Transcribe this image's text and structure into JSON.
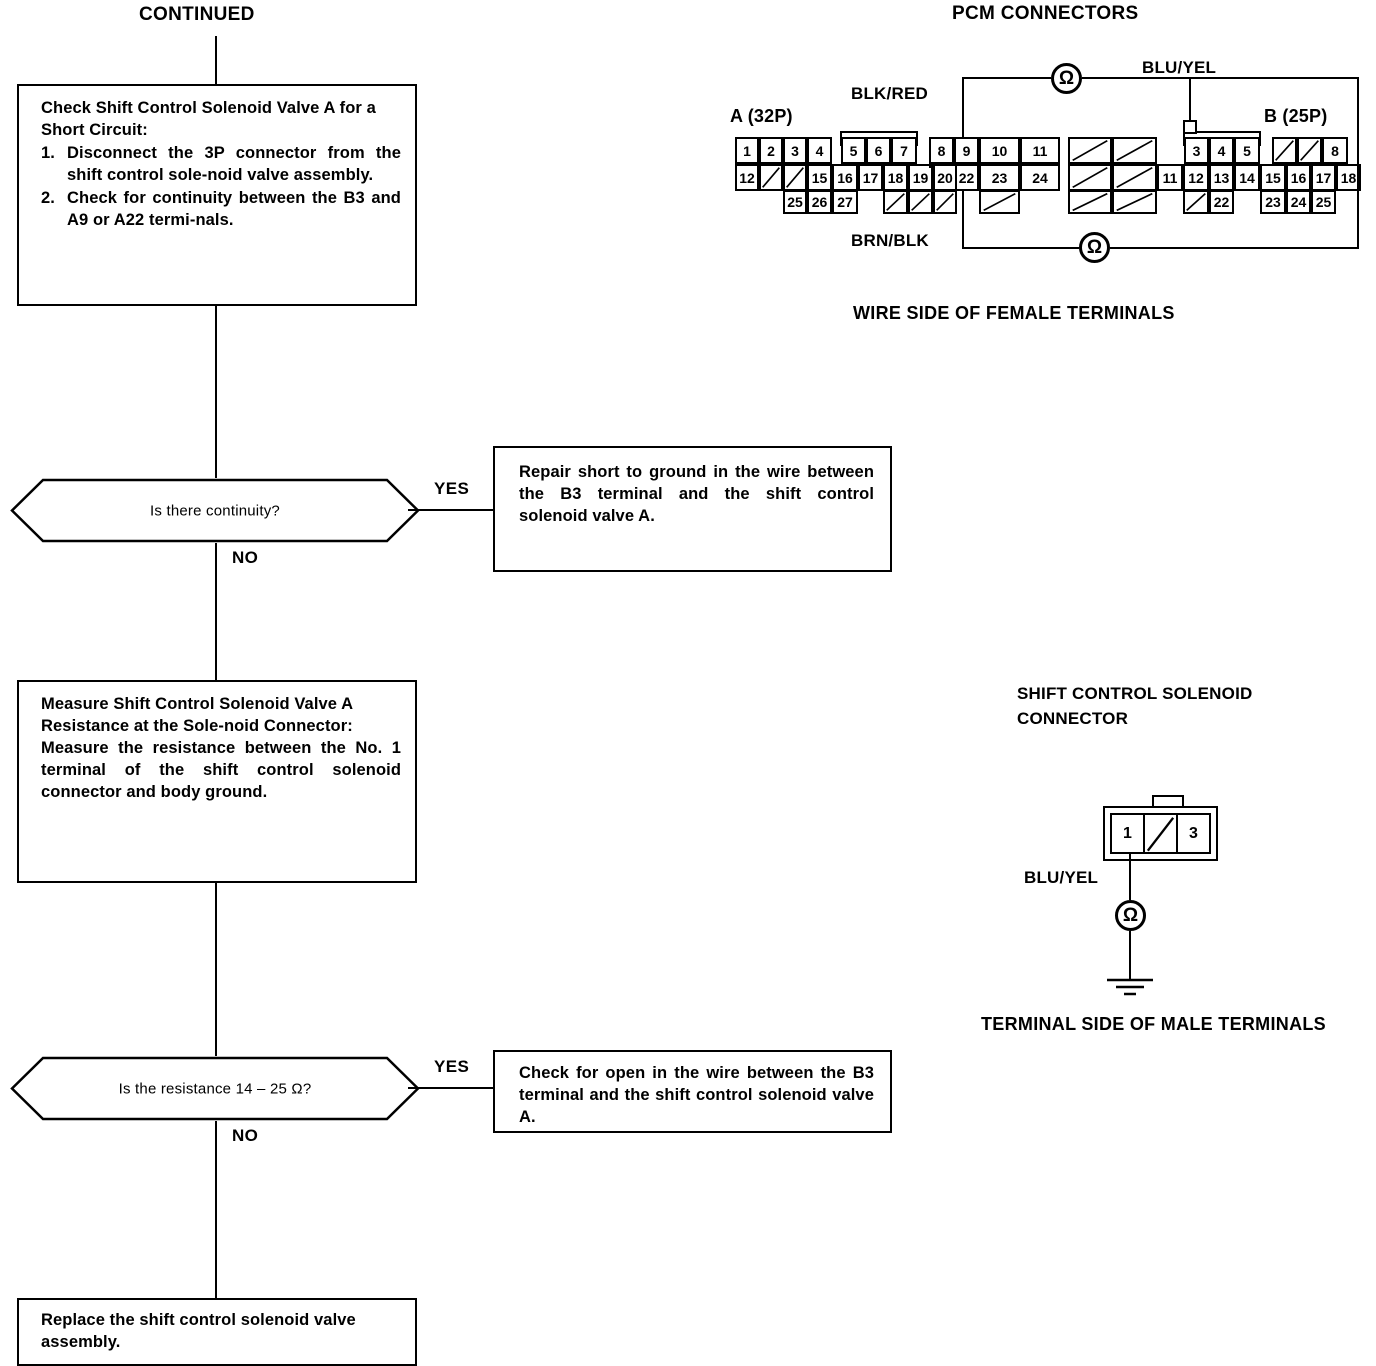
{
  "flow": {
    "continued_label": "CONTINUED",
    "box1": {
      "heading": "Check Shift Control Solenoid Valve A for a Short Circuit:",
      "steps": [
        {
          "num": "1.",
          "text": "Disconnect the 3P connector from the shift control sole-noid valve assembly."
        },
        {
          "num": "2.",
          "text": "Check for continuity between the B3 and A9 or A22 termi-nals."
        }
      ]
    },
    "decision1": {
      "question": "Is there continuity?",
      "yes_label": "YES",
      "no_label": "NO"
    },
    "result1": "Repair short to ground in the wire between the B3 terminal and the shift control solenoid valve A.",
    "box2": {
      "heading": "Measure Shift Control Solenoid Valve A Resistance at the Sole-noid Connector:",
      "body": "Measure the resistance between the No. 1 terminal of the shift control solenoid connector and body ground."
    },
    "decision2": {
      "question": "Is the resistance 14 – 25 Ω?",
      "yes_label": "YES",
      "no_label": "NO"
    },
    "result2": "Check for open in the wire between the B3 terminal and the shift control solenoid valve A.",
    "box3": "Replace the shift control solenoid valve assembly."
  },
  "pcm": {
    "title": "PCM CONNECTORS",
    "caption": "WIRE SIDE OF FEMALE TERMINALS",
    "connector_a_label": "A (32P)",
    "connector_b_label": "B (25P)",
    "wires": {
      "blk_red": "BLK/RED",
      "blu_yel": "BLU/YEL",
      "brn_blk": "BRN/BLK"
    },
    "ohm_symbol": "Ω",
    "connector_a_pins": {
      "top": [
        "1",
        "2",
        "3",
        "4",
        "",
        "5",
        "6",
        "7",
        "",
        "8",
        "9",
        "10",
        "11"
      ],
      "middle": [
        "12",
        "",
        "",
        "15",
        "16",
        "17",
        "18",
        "19",
        "20",
        "",
        "22",
        "23",
        "24"
      ],
      "bottom": [
        "",
        "",
        "25",
        "26",
        "27",
        "",
        "",
        "",
        "",
        "",
        "",
        "",
        ""
      ]
    },
    "connector_b_pins": {
      "top": [
        "",
        "",
        "",
        "3",
        "4",
        "5",
        "",
        "",
        "",
        "8"
      ],
      "middle": [
        "",
        "",
        "11",
        "12",
        "13",
        "14",
        "15",
        "16",
        "17",
        "18"
      ],
      "bottom": [
        "",
        "",
        "",
        "",
        "22",
        "",
        "23",
        "24",
        "25",
        ""
      ]
    }
  },
  "solenoid": {
    "title_line1": "SHIFT CONTROL SOLENOID",
    "title_line2": "CONNECTOR",
    "caption": "TERMINAL SIDE OF MALE TERMINALS",
    "pin1": "1",
    "pin3": "3",
    "wire_label": "BLU/YEL",
    "ohm_symbol": "Ω"
  },
  "colors": {
    "ink": "#000000",
    "paper": "#ffffff"
  }
}
